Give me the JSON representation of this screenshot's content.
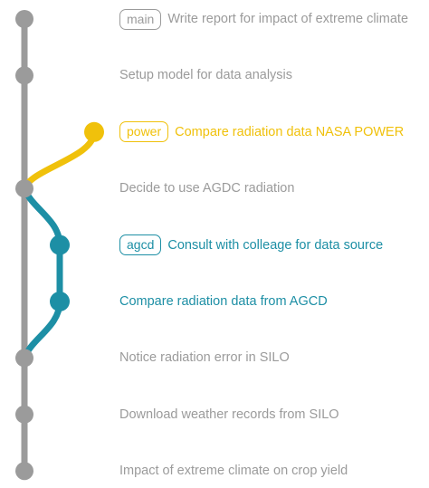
{
  "colors": {
    "main": "#9b9b9b",
    "power": "#f0c10b",
    "agcd": "#1d8fa5"
  },
  "commits": [
    {
      "branch": "main",
      "lane": "main",
      "badge": "main",
      "message": "Write report for impact of extreme climate"
    },
    {
      "branch": "main",
      "lane": "main",
      "badge": "",
      "message": "Setup model for data analysis"
    },
    {
      "branch": "power",
      "lane": "power",
      "badge": "power",
      "message": "Compare radiation data NASA POWER"
    },
    {
      "branch": "main",
      "lane": "main",
      "badge": "",
      "message": "Decide to use AGDC radiation"
    },
    {
      "branch": "agcd",
      "lane": "agcd",
      "badge": "agcd",
      "message": "Consult with colleage for data source"
    },
    {
      "branch": "agcd",
      "lane": "agcd",
      "badge": "",
      "message": "Compare radiation data from AGCD"
    },
    {
      "branch": "main",
      "lane": "main",
      "badge": "",
      "message": "Notice radiation error in SILO"
    },
    {
      "branch": "main",
      "lane": "main",
      "badge": "",
      "message": "Download weather records from SILO"
    },
    {
      "branch": "main",
      "lane": "main",
      "badge": "",
      "message": "Impact of extreme climate on crop yield"
    }
  ]
}
